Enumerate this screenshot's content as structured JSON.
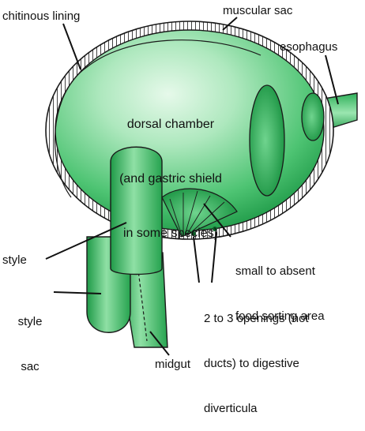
{
  "labels": {
    "chitinous_lining": "chitinous lining",
    "muscular_sac": "muscular sac",
    "esophagus": "esophagus",
    "dorsal_chamber": [
      "dorsal chamber",
      "(and gastric shield",
      "in some species)"
    ],
    "style": "style",
    "style_sac": [
      "style",
      "sac"
    ],
    "food_sorting": [
      "small to absent",
      "food sorting area"
    ],
    "openings": [
      "2 to 3 openings (not",
      "ducts) to digestive",
      "diverticula"
    ],
    "midgut": "midgut"
  },
  "colors": {
    "outline": "#1a1a1a",
    "stomach_light": "#c9f0d2",
    "stomach_mid": "#5fd080",
    "stomach_dark": "#1e9c4a",
    "leader": "#111111"
  }
}
